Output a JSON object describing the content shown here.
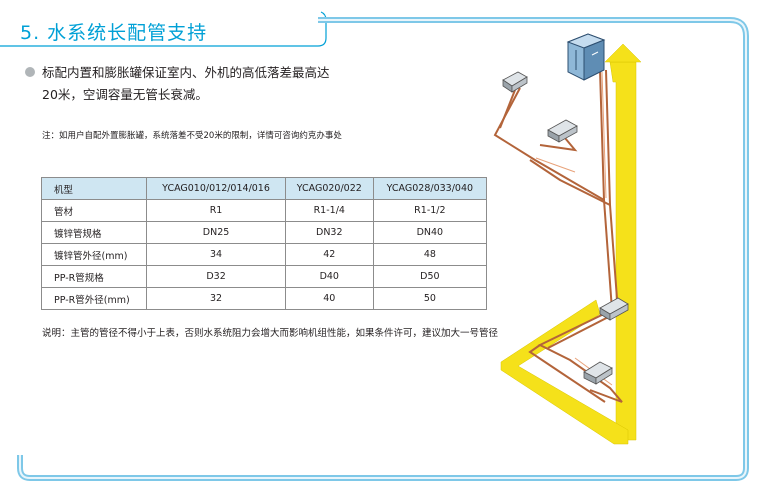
{
  "title": "5. 水系统长配管支持",
  "intro": "标配内置和膨胀罐保证室内、外机的高低落差最高达20米，空调容量无管长衰减。",
  "note": "注：如用户自配外置膨胀罐，系统落差不受20米的限制，详情可咨询约克办事处",
  "table": {
    "headers": [
      "机型",
      "YCAG010/012/014/016",
      "YCAG020/022",
      "YCAG028/033/040"
    ],
    "rows": [
      [
        "管材",
        "R1",
        "R1-1/4",
        "R1-1/2"
      ],
      [
        "镀锌管规格",
        "DN25",
        "DN32",
        "DN40"
      ],
      [
        "镀锌管外径(mm)",
        "34",
        "42",
        "48"
      ],
      [
        "PP-R管规格",
        "D32",
        "D40",
        "D50"
      ],
      [
        "PP-R管外径(mm)",
        "32",
        "40",
        "50"
      ]
    ]
  },
  "footnote": "说明：主管的管径不得小于上表，否则水系统阻力会增大而影响机组性能，如果条件许可，建议加大一号管径",
  "colors": {
    "accent": "#00a0d6",
    "table_header_bg": "#cfe6f2",
    "arrow_yellow": "#f5e11a",
    "pipe_copper": "#b3643a"
  },
  "icons": [
    "bullet-icon",
    "outdoor-unit-icon",
    "indoor-unit-icon",
    "height-arrow-icon"
  ]
}
